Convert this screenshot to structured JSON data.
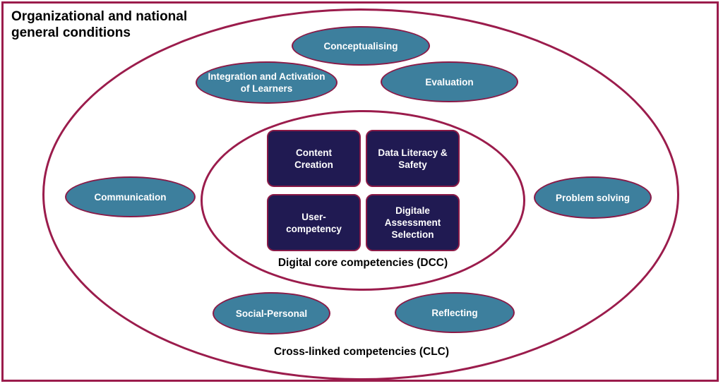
{
  "title": "Organizational and national general conditions",
  "outer_label": "Cross-linked competencies (CLC)",
  "inner_label": "Digital core competencies (DCC)",
  "clc": {
    "conceptualising": "Conceptualising",
    "integration": "Integration and Activation of Learners",
    "evaluation": "Evaluation",
    "communication": "Communication",
    "problem_solving": "Problem solving",
    "social_personal": "Social-Personal",
    "reflecting": "Reflecting"
  },
  "dcc": {
    "content_creation": "Content Creation",
    "data_literacy": "Data Literacy & Safety",
    "user_competency": "User-competency",
    "digitale_assessment": "Digitale Assessment Selection"
  },
  "colors": {
    "border": "#9b1c4c",
    "pill_fill": "#3d7f9d",
    "box_fill": "#201a52",
    "text_light": "#ffffff"
  }
}
